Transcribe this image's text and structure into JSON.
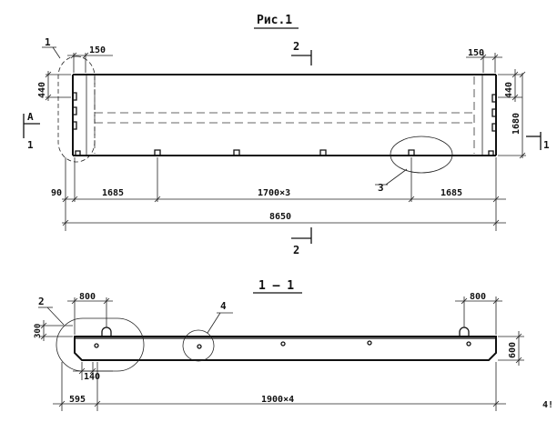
{
  "figure": {
    "title": "Рис.1"
  },
  "plan": {
    "cut_marks": {
      "top": "2",
      "bottom": "2",
      "left_top": "A",
      "left": "1",
      "right": "1"
    },
    "callouts": {
      "node_left": "1",
      "node_right": "3"
    },
    "dims": {
      "top_left": "150",
      "top_right": "150",
      "left_vertical": "440",
      "right_vertical_top": "440",
      "right_vertical": "1680",
      "bottom_segments": [
        "90",
        "1685",
        "1700×3",
        "1685"
      ],
      "overall": "8650"
    }
  },
  "section": {
    "title": "1 — 1",
    "callouts": {
      "node_left": "2",
      "node_middle": "4"
    },
    "dims": {
      "top_left": "800",
      "top_right": "800",
      "left_vertical": "300",
      "right_vertical": "600",
      "bottom_small": "140",
      "bottom_left": "595",
      "bottom_middle": "1900×4",
      "bottom_edge": "4!"
    }
  }
}
